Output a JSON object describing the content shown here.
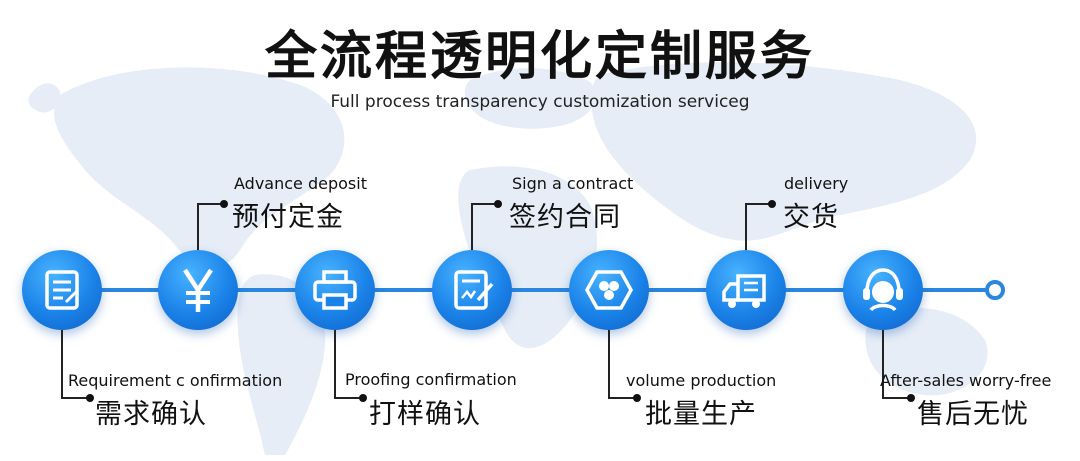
{
  "title": "全流程透明化定制服务",
  "subtitle": "Full process transparency customization serviceg",
  "accent_color": "#2a86df",
  "steps": [
    {
      "en": "Requirement  c onfirmation",
      "zh": "需求确认",
      "icon": "document-list-icon"
    },
    {
      "en": "Advance deposit",
      "zh": "预付定金",
      "icon": "yen-icon"
    },
    {
      "en": "Proofing confirmation",
      "zh": "打样确认",
      "icon": "printer-icon"
    },
    {
      "en": "Sign a contract",
      "zh": "签约合同",
      "icon": "contract-sign-icon"
    },
    {
      "en": "volume production",
      "zh": "批量生产",
      "icon": "production-icon"
    },
    {
      "en": "delivery",
      "zh": "交货",
      "icon": "delivery-truck-icon"
    },
    {
      "en": "After-sales worry-free",
      "zh": "售后无忧",
      "icon": "headset-support-icon"
    }
  ]
}
